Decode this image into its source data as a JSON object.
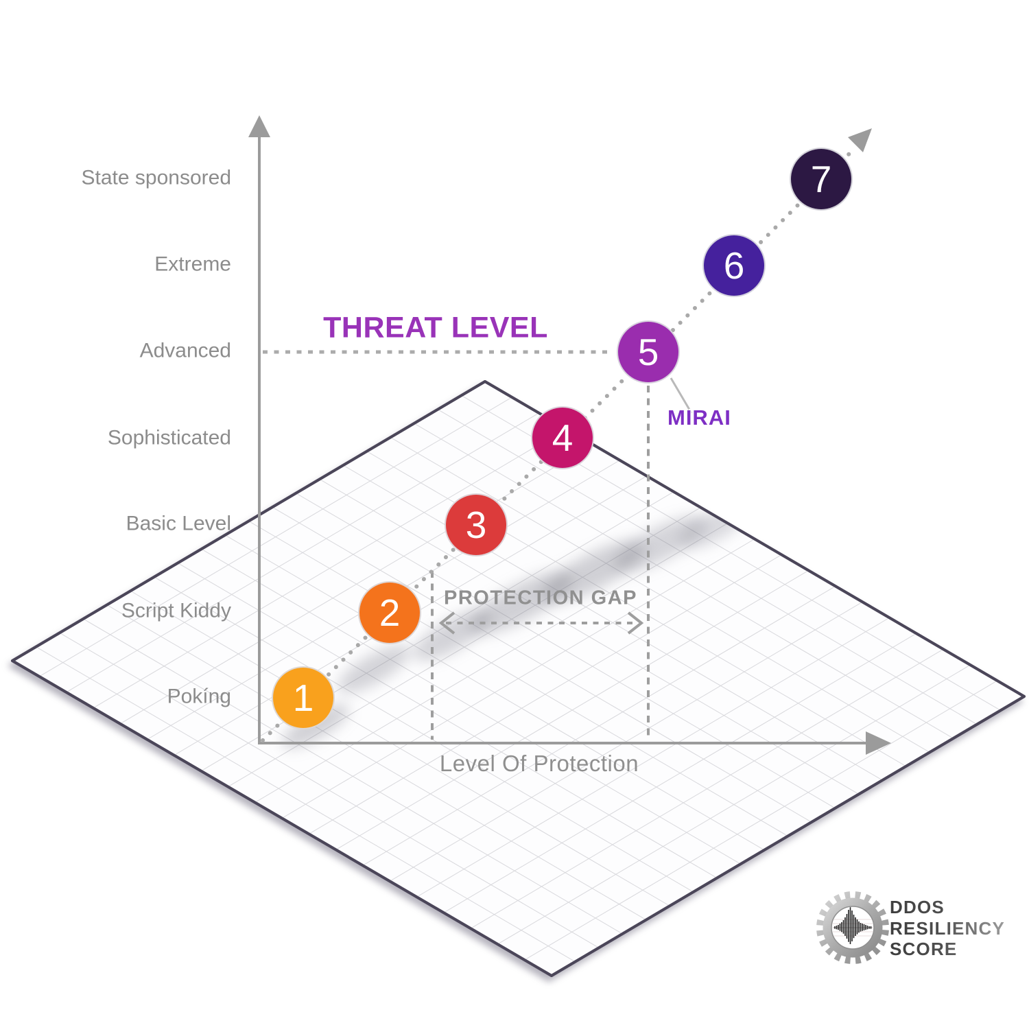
{
  "header": {
    "title": "THREAT LEVEL"
  },
  "axes": {
    "x_label": "Level Of Protection",
    "y_tick_labels_top_to_bottom": [
      "State sponsored",
      "Extreme",
      "Advanced",
      "Sophisticated",
      "Basic Level",
      "Script Kiddy",
      "Pokíng"
    ]
  },
  "levels": [
    {
      "value": "1",
      "name": "Pokíng",
      "color": "#F9A11D"
    },
    {
      "value": "2",
      "name": "Script Kiddy",
      "color": "#F4731C"
    },
    {
      "value": "3",
      "name": "Basic Level",
      "color": "#DC3B3B"
    },
    {
      "value": "4",
      "name": "Sophisticated",
      "color": "#C4156B"
    },
    {
      "value": "5",
      "name": "Advanced",
      "color": "#9A2DAE"
    },
    {
      "value": "6",
      "name": "Extreme",
      "color": "#45219D"
    },
    {
      "value": "7",
      "name": "State sponsored",
      "color": "#2C1843"
    }
  ],
  "annotations": {
    "mirai": "MIRAI",
    "protection_gap": "PROTECTION GAP"
  },
  "logo": {
    "lines": [
      "DDOS",
      "RESILIENCY",
      "SCORE"
    ]
  },
  "colors": {
    "title_purple": "#9933B8",
    "mirai_purple": "#7E2FC4",
    "axis_gray": "#9B9B9B",
    "tick_text_gray": "#8C8C8C",
    "plane_border": "#4B4659"
  },
  "chart_data": {
    "type": "scatter",
    "title": "THREAT LEVEL",
    "xlabel": "Level Of Protection",
    "ylabel": "THREAT LEVEL",
    "y_tick_labels_bottom_to_top": [
      "Pokíng",
      "Script Kiddy",
      "Basic Level",
      "Sophisticated",
      "Advanced",
      "Extreme",
      "State sponsored"
    ],
    "points": [
      {
        "level": 1,
        "label": "Pokíng",
        "color": "#F9A11D"
      },
      {
        "level": 2,
        "label": "Script Kiddy",
        "color": "#F4731C"
      },
      {
        "level": 3,
        "label": "Basic Level",
        "color": "#DC3B3B"
      },
      {
        "level": 4,
        "label": "Sophisticated",
        "color": "#C4156B"
      },
      {
        "level": 5,
        "label": "Advanced",
        "color": "#9A2DAE"
      },
      {
        "level": 6,
        "label": "Extreme",
        "color": "#45219D"
      },
      {
        "level": 7,
        "label": "State sponsored",
        "color": "#2C1843"
      }
    ],
    "annotations": [
      {
        "text": "MIRAI",
        "attached_to_level": 5
      },
      {
        "text": "PROTECTION GAP",
        "type": "horizontal-gap-arrow"
      }
    ],
    "trend": "dotted diagonal line through points 1-7 ending in arrow"
  }
}
